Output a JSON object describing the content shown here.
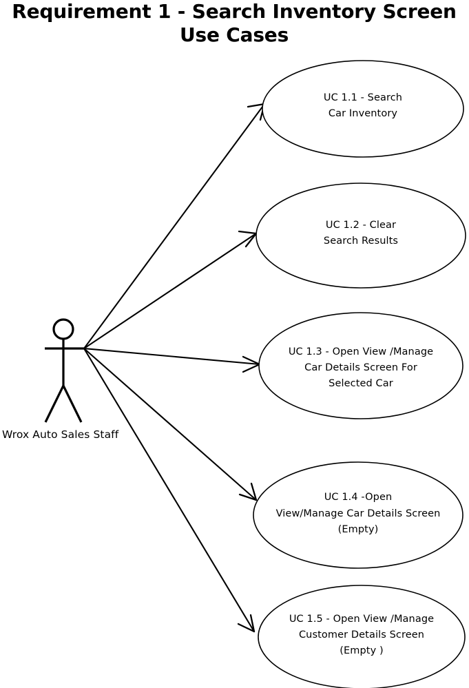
{
  "diagram": {
    "kind": "uml-use-case-diagram",
    "title_line_1": "Requirement  1 - Search Inventory Screen",
    "title_line_2": "Use Cases",
    "colors": {
      "background": "#ffffff",
      "stroke": "#000000",
      "text": "#000000"
    },
    "actor": {
      "name": "Wrox Auto Sales Staff",
      "label": "Wrox Auto Sales Staff",
      "icon": "stick-figure-actor-icon"
    },
    "use_cases": [
      {
        "id": "uc-1-1",
        "lines": [
          "UC  1.1 - Search",
          "Car Inventory"
        ],
        "full_text": "UC 1.1 - Search Car Inventory"
      },
      {
        "id": "uc-1-2",
        "lines": [
          "UC  1.2 - Clear",
          "Search Results"
        ],
        "full_text": "UC 1.2 - Clear Search Results"
      },
      {
        "id": "uc-1-3",
        "lines": [
          "UC  1.3 - Open View /Manage",
          "Car Details Screen For",
          "Selected Car"
        ],
        "full_text": "UC 1.3 - Open View /Manage Car Details Screen For Selected Car"
      },
      {
        "id": "uc-1-4",
        "lines": [
          "UC 1.4 -Open",
          "View/Manage Car Details Screen",
          "(Empty)"
        ],
        "full_text": "UC 1.4 -Open View/Manage Car Details Screen (Empty)"
      },
      {
        "id": "uc-1-5",
        "lines": [
          "UC  1.5 - Open View /Manage",
          "Customer Details Screen",
          "(Empty )"
        ],
        "full_text": "UC 1.5 - Open View /Manage Customer Details Screen (Empty )"
      }
    ],
    "associations": [
      {
        "from": "actor",
        "to": "uc-1-1",
        "arrow": "open-arrow-icon"
      },
      {
        "from": "actor",
        "to": "uc-1-2",
        "arrow": "open-arrow-icon"
      },
      {
        "from": "actor",
        "to": "uc-1-3",
        "arrow": "open-arrow-icon"
      },
      {
        "from": "actor",
        "to": "uc-1-4",
        "arrow": "open-arrow-icon"
      },
      {
        "from": "actor",
        "to": "uc-1-5",
        "arrow": "open-arrow-icon"
      }
    ]
  }
}
